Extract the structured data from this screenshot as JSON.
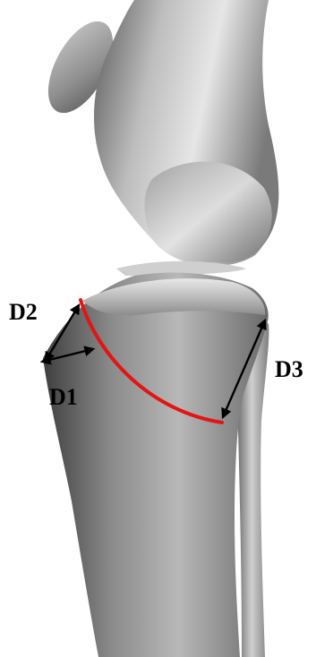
{
  "diagram": {
    "labels": {
      "d1": "D1",
      "d2": "D2",
      "d3": "D3"
    },
    "colors": {
      "cut_line": "#e31414",
      "arrows": "#000000",
      "bone_light": "#d9d9d9",
      "bone_dark": "#4a4a4a",
      "background": "#ffffff"
    }
  }
}
